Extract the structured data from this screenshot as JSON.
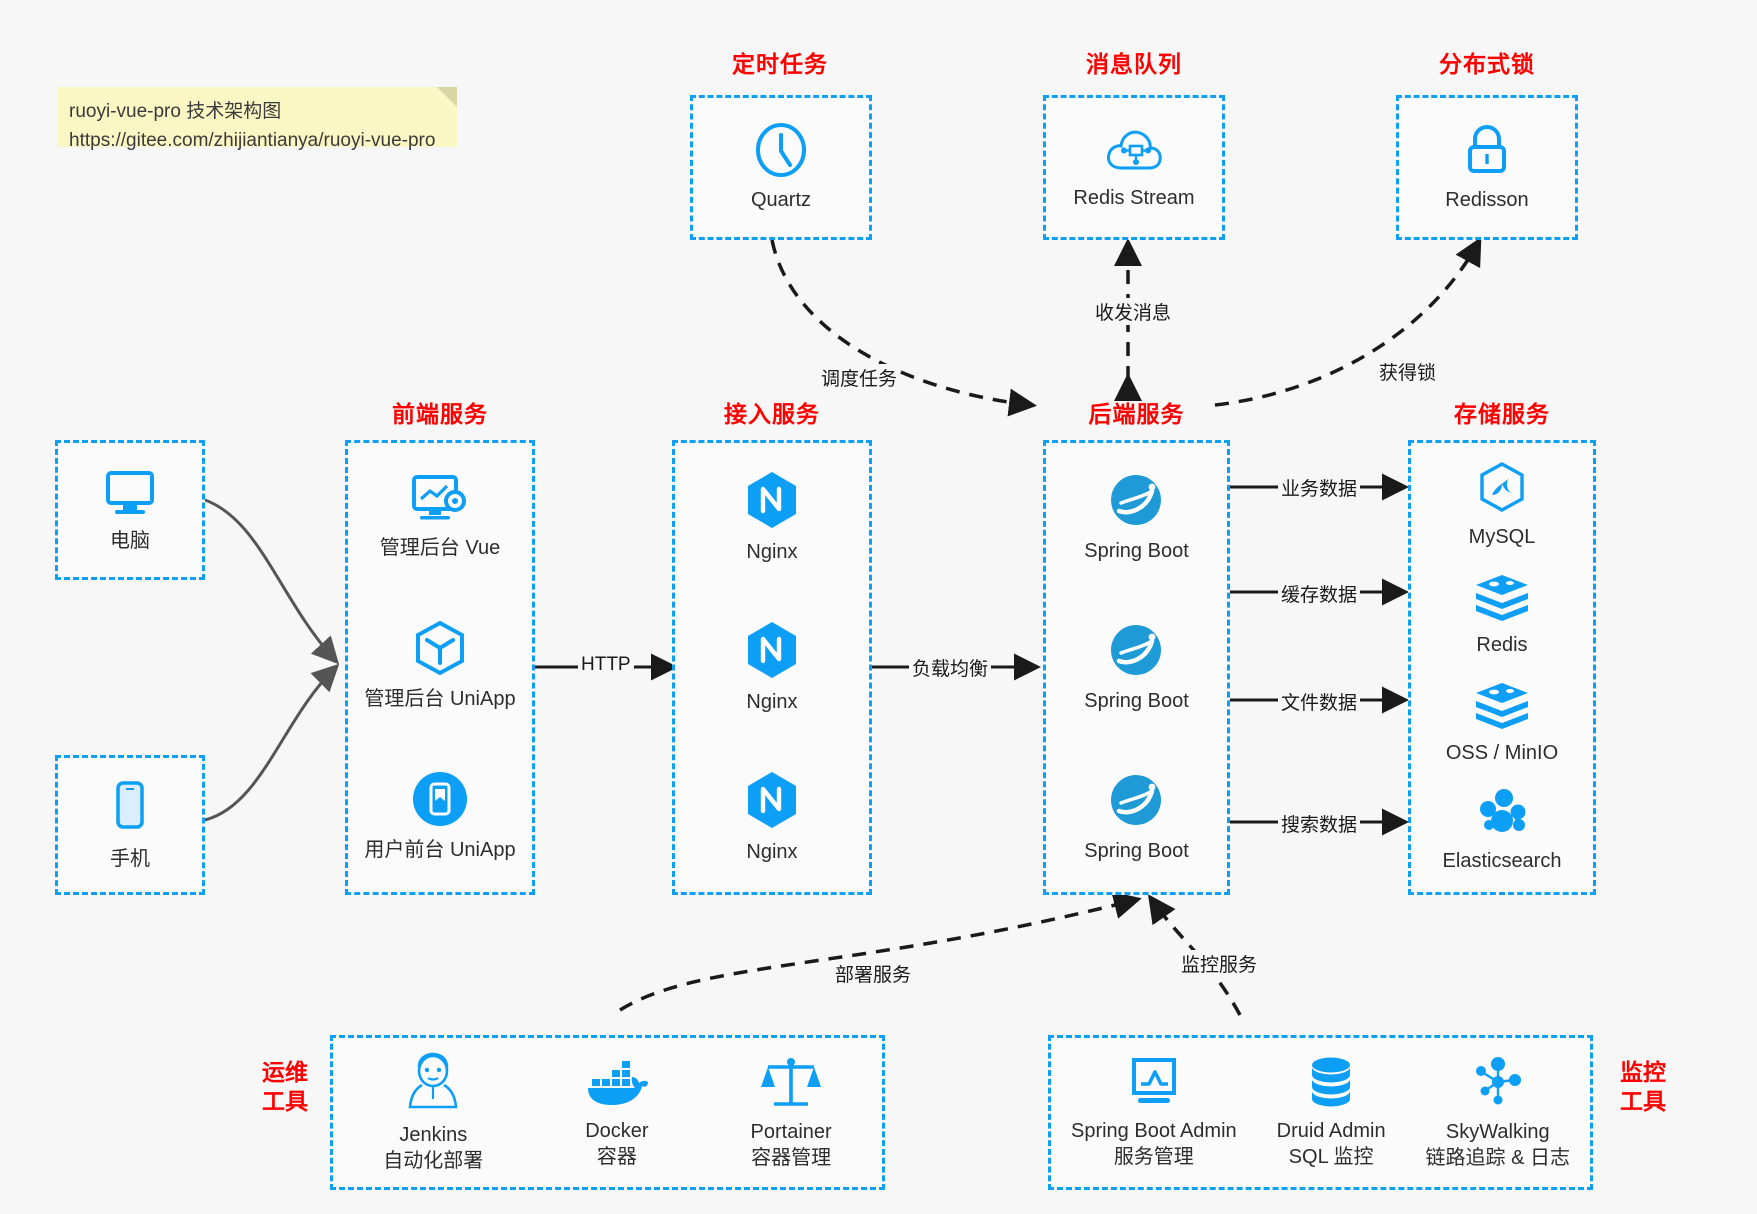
{
  "note": {
    "line1": "ruoyi-vue-pro 技术架构图",
    "line2": "https://gitee.com/zhijiantianya/ruoyi-vue-pro"
  },
  "groups": {
    "scheduler": {
      "title": "定时任务",
      "nodes": [
        {
          "icon": "clock-icon",
          "label": "Quartz"
        }
      ]
    },
    "mq": {
      "title": "消息队列",
      "nodes": [
        {
          "icon": "cloud-stream-icon",
          "label": "Redis Stream"
        }
      ]
    },
    "lock": {
      "title": "分布式锁",
      "nodes": [
        {
          "icon": "lock-icon",
          "label": "Redisson"
        }
      ]
    },
    "clients": {
      "nodes": [
        {
          "icon": "desktop-icon",
          "label": "电脑"
        },
        {
          "icon": "phone-icon",
          "label": "手机"
        }
      ]
    },
    "frontend": {
      "title": "前端服务",
      "nodes": [
        {
          "icon": "dashboard-icon",
          "label": "管理后台 Vue"
        },
        {
          "icon": "cube-icon",
          "label": "管理后台 UniApp"
        },
        {
          "icon": "mobile-app-icon",
          "label": "用户前台 UniApp"
        }
      ]
    },
    "gateway": {
      "title": "接入服务",
      "nodes": [
        {
          "icon": "nginx-icon",
          "label": "Nginx"
        },
        {
          "icon": "nginx-icon",
          "label": "Nginx"
        },
        {
          "icon": "nginx-icon",
          "label": "Nginx"
        }
      ]
    },
    "backend": {
      "title": "后端服务",
      "nodes": [
        {
          "icon": "spring-boot-icon",
          "label": "Spring Boot"
        },
        {
          "icon": "spring-boot-icon",
          "label": "Spring Boot"
        },
        {
          "icon": "spring-boot-icon",
          "label": "Spring Boot"
        }
      ]
    },
    "storage": {
      "title": "存储服务",
      "nodes": [
        {
          "icon": "mysql-icon",
          "label": "MySQL"
        },
        {
          "icon": "redis-icon",
          "label": "Redis"
        },
        {
          "icon": "oss-icon",
          "label": "OSS / MinIO"
        },
        {
          "icon": "elasticsearch-icon",
          "label": "Elasticsearch"
        }
      ]
    },
    "devops": {
      "title": "运维\n工具",
      "title_l1": "运维",
      "title_l2": "工具",
      "nodes": [
        {
          "icon": "jenkins-icon",
          "label": "Jenkins",
          "sublabel": "自动化部署"
        },
        {
          "icon": "docker-icon",
          "label": "Docker",
          "sublabel": "容器"
        },
        {
          "icon": "portainer-icon",
          "label": "Portainer",
          "sublabel": "容器管理"
        }
      ]
    },
    "monitor": {
      "title_l1": "监控",
      "title_l2": "工具",
      "nodes": [
        {
          "icon": "monitor-chart-icon",
          "label": "Spring Boot Admin",
          "sublabel": "服务管理"
        },
        {
          "icon": "database-icon",
          "label": "Druid Admin",
          "sublabel": "SQL 监控"
        },
        {
          "icon": "skywalking-icon",
          "label": "SkyWalking",
          "sublabel": "链路追踪 & 日志"
        }
      ]
    }
  },
  "edges": {
    "http": "HTTP",
    "load_balance": "负载均衡",
    "schedule_task": "调度任务",
    "send_receive_msg": "收发消息",
    "acquire_lock": "获得锁",
    "business_data": "业务数据",
    "cache_data": "缓存数据",
    "file_data": "文件数据",
    "search_data": "搜索数据",
    "deploy_service": "部署服务",
    "monitor_service": "监控服务"
  },
  "colors": {
    "accent": "#0d9ef5",
    "title": "#ff0000",
    "background": "#f7f7f7",
    "note": "#fbf7c4",
    "wire": "#555555",
    "dashed_wire": "#222222"
  }
}
